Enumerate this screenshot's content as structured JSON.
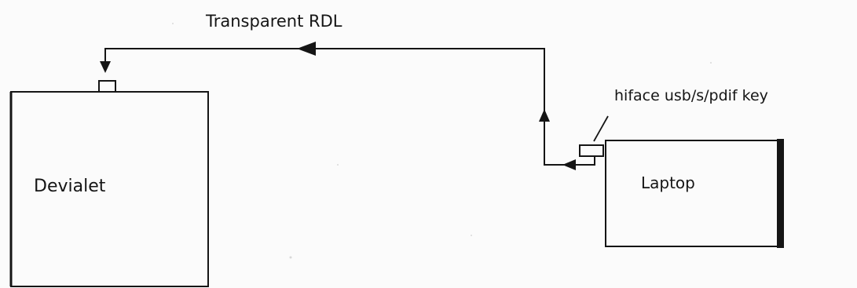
{
  "diagram": {
    "cable_label": "Transparent RDL",
    "key_label": "hiface usb/s/pdif key",
    "left_box_label": "Devialet",
    "right_box_label": "Laptop"
  },
  "colors": {
    "ink": "#151515",
    "paper": "#fbfbfb",
    "cable_tint": "#5a4aa0"
  }
}
